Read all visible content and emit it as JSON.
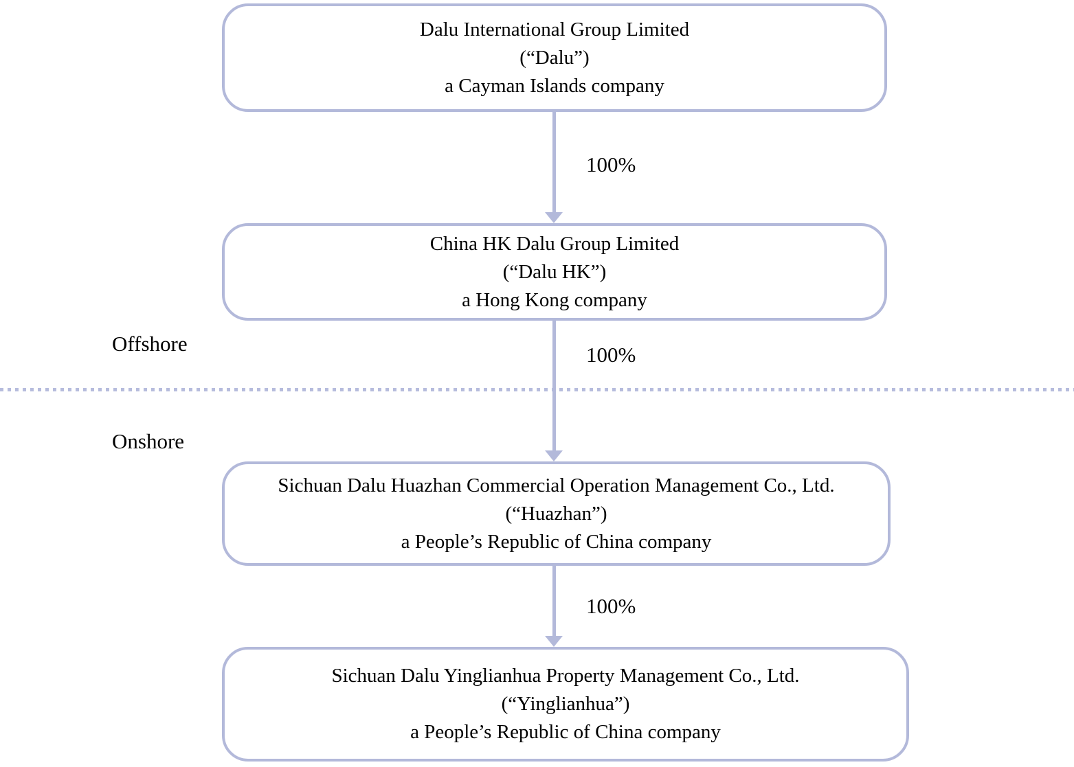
{
  "diagram": {
    "zones": {
      "offshore_label": "Offshore",
      "onshore_label": "Onshore"
    },
    "entities": [
      {
        "name": "Dalu International Group Limited",
        "alias": "(“Dalu”)",
        "jurisdiction": "a Cayman Islands company",
        "zone": "offshore"
      },
      {
        "name": "China HK Dalu Group Limited",
        "alias": "(“Dalu HK”)",
        "jurisdiction": "a Hong Kong company",
        "zone": "offshore"
      },
      {
        "name": "Sichuan Dalu Huazhan Commercial Operation Management Co., Ltd.",
        "alias": "(“Huazhan”)",
        "jurisdiction": "a People’s Republic of China company",
        "zone": "onshore"
      },
      {
        "name": "Sichuan Dalu Yinglianhua Property Management Co., Ltd.",
        "alias": "(“Yinglianhua”)",
        "jurisdiction": "a People’s Republic of China company",
        "zone": "onshore"
      }
    ],
    "connections": [
      {
        "from": "Dalu",
        "to": "Dalu HK",
        "label": "100%"
      },
      {
        "from": "Dalu HK",
        "to": "Huazhan",
        "label": "100%"
      },
      {
        "from": "Huazhan",
        "to": "Yinglianhua",
        "label": "100%"
      }
    ],
    "colors": {
      "border": "#b3b9da",
      "arrow": "#b3b9da",
      "divider": "#b6bcdd",
      "text": "#000000",
      "background": "#ffffff"
    }
  }
}
